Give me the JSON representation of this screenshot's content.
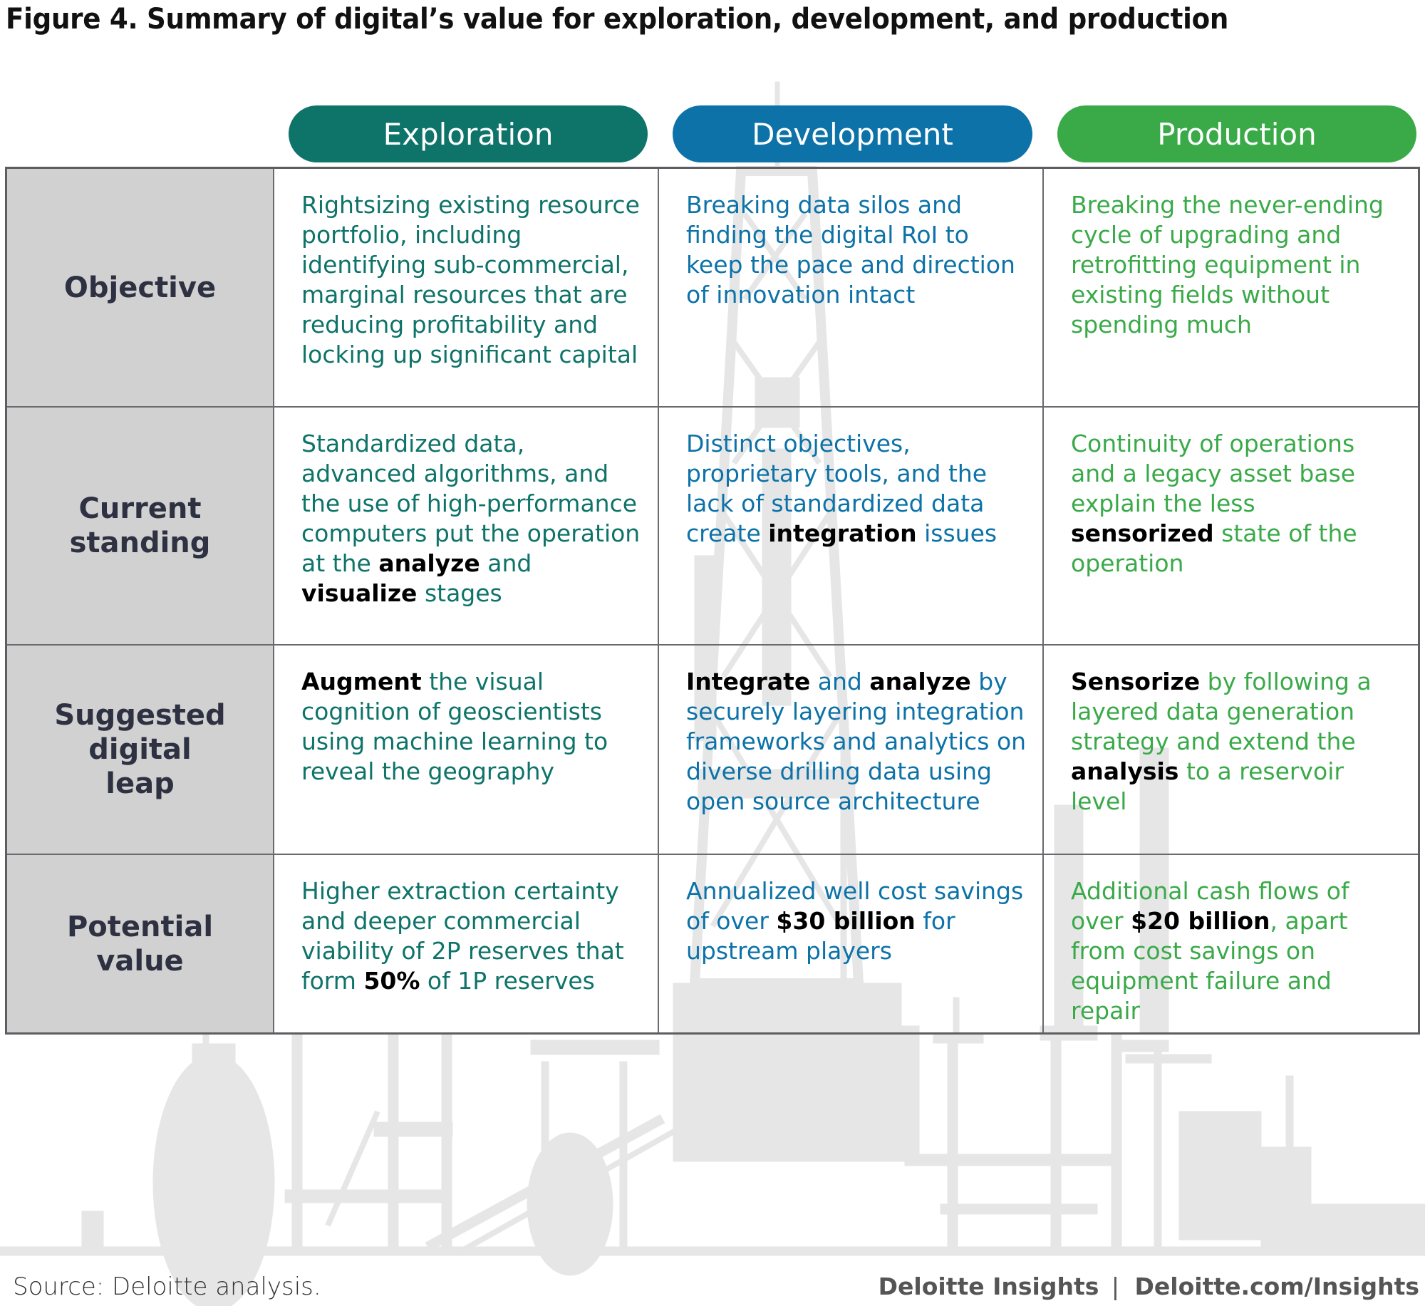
{
  "title": "Figure 4. Summary of digital’s value for exploration, development, and production",
  "colors": {
    "exploration": "#0e7369",
    "development": "#0c72a8",
    "production": "#3aaa49",
    "row_header_bg": "#d1d1d1",
    "row_header_text": "#2e3141",
    "border": "#5e5e62",
    "silhouette": "#e6e6e6"
  },
  "columns": [
    {
      "label": "Exploration"
    },
    {
      "label": "Development"
    },
    {
      "label": "Production"
    }
  ],
  "rows": [
    {
      "label": "Objective",
      "cells": [
        [
          {
            "t": "Rightsizing existing resource portfolio, including identifying sub-commercial, marginal resources that are reducing profitability and locking up significant capital",
            "b": false
          }
        ],
        [
          {
            "t": "Breaking data silos and finding the digital RoI to keep the pace and direction of innovation intact",
            "b": false
          }
        ],
        [
          {
            "t": "Breaking the never-ending cycle of upgrading and retrofitting equipment in existing fields without spending much",
            "b": false
          }
        ]
      ]
    },
    {
      "label": "Current standing",
      "cells": [
        [
          {
            "t": "Standardized data, advanced algorithms, and the use of high-performance computers put the operation at the ",
            "b": false
          },
          {
            "t": "analyze",
            "b": true
          },
          {
            "t": " and ",
            "b": false
          },
          {
            "t": "visualize",
            "b": true
          },
          {
            "t": " stages",
            "b": false
          }
        ],
        [
          {
            "t": "Distinct objectives, proprietary tools, and the lack of standardized data create ",
            "b": false
          },
          {
            "t": "integration",
            "b": true
          },
          {
            "t": " issues",
            "b": false
          }
        ],
        [
          {
            "t": "Continuity of operations and a legacy asset base explain the less ",
            "b": false
          },
          {
            "t": "sensorized",
            "b": true
          },
          {
            "t": " state of the operation",
            "b": false
          }
        ]
      ]
    },
    {
      "label": "Suggested digital leap",
      "cells": [
        [
          {
            "t": "Augment",
            "b": true
          },
          {
            "t": " the visual cognition of geoscientists using machine learning to reveal the geography",
            "b": false
          }
        ],
        [
          {
            "t": "Integrate",
            "b": true
          },
          {
            "t": " and ",
            "b": false
          },
          {
            "t": "analyze",
            "b": true
          },
          {
            "t": " by securely layering integration frameworks and analytics on diverse drilling data using open source architecture",
            "b": false
          }
        ],
        [
          {
            "t": "Sensorize",
            "b": true
          },
          {
            "t": " by following a layered data generation strategy and extend the ",
            "b": false
          },
          {
            "t": "analysis",
            "b": true
          },
          {
            "t": " to a reservoir level",
            "b": false
          }
        ]
      ]
    },
    {
      "label": "Potential value",
      "cells": [
        [
          {
            "t": "Higher extraction certainty and deeper commercial viability of 2P reserves that form ",
            "b": false
          },
          {
            "t": "50%",
            "b": true
          },
          {
            "t": " of 1P reserves",
            "b": false
          }
        ],
        [
          {
            "t": "Annualized well cost savings of over ",
            "b": false
          },
          {
            "t": "$30 billion",
            "b": true
          },
          {
            "t": " for upstream players",
            "b": false
          }
        ],
        [
          {
            "t": "Additional cash flows of over ",
            "b": false
          },
          {
            "t": "$20 billion",
            "b": true
          },
          {
            "t": ", apart from cost savings on equipment failure and repair",
            "b": false
          }
        ]
      ]
    }
  ],
  "background_icon": "oil-refinery-silhouette",
  "footer": {
    "source": "Source: Deloitte analysis.",
    "brand": "Deloitte Insights",
    "separator": "|",
    "url": "Deloitte.com/Insights"
  }
}
